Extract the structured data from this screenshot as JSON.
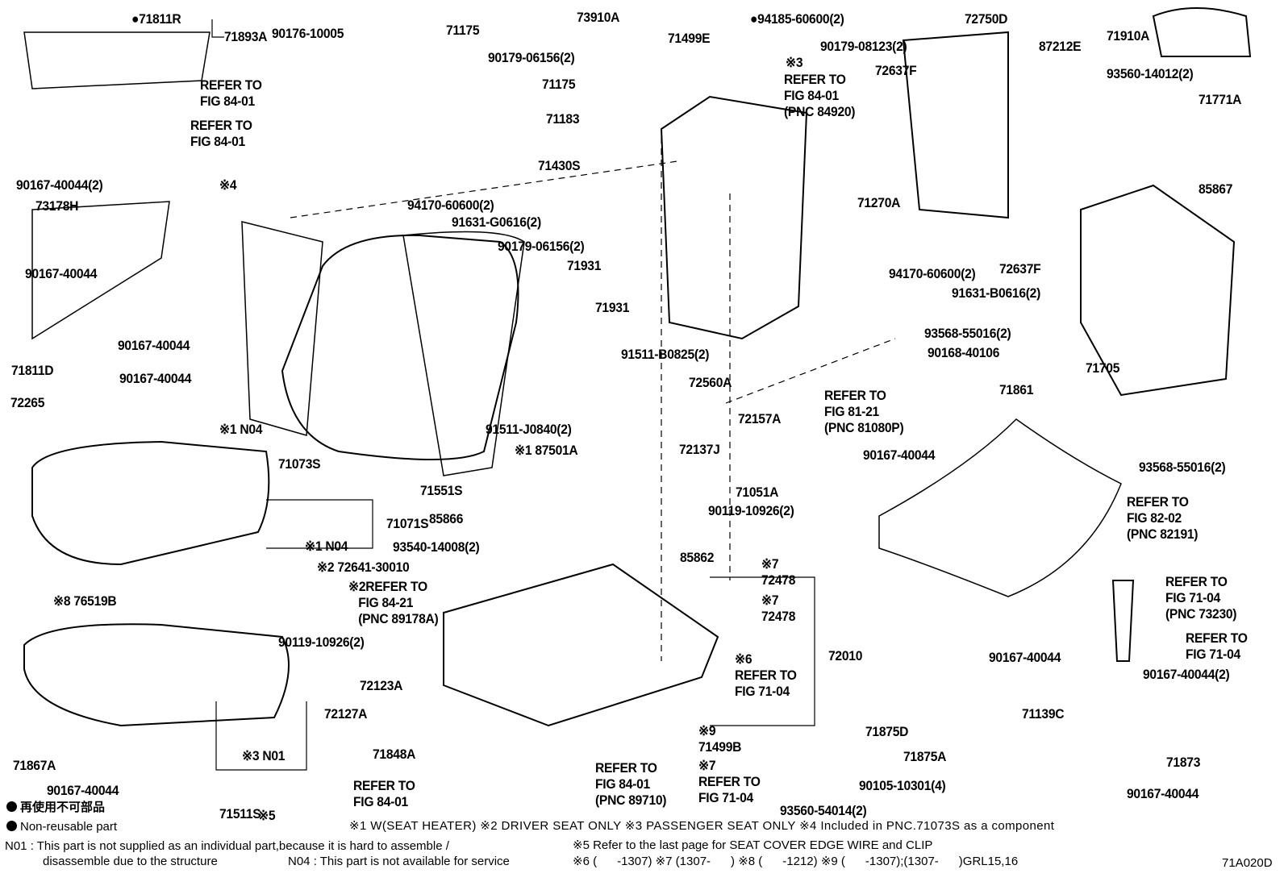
{
  "diagram_code": "71A020D",
  "legend": {
    "jp": "再使用不可部品",
    "en": "Non-reusable part",
    "n01_key": "N01",
    "n01_text": ": This part is not supplied as an individual part,because it is hard to assemble /",
    "n01_text2": "disassemble due to the structure",
    "n04_key": "N04",
    "n04_text": ": This part is not available for service"
  },
  "footnotes": {
    "line1": "※1 W(SEAT HEATER) ※2 DRIVER SEAT ONLY ※3 PASSENGER SEAT ONLY ※4 Included in PNC.71073S as a component",
    "line2": "※5 Refer to the last page for SEAT COVER EDGE WIRE and CLIP",
    "line3": "※6 (      -1307) ※7 (1307-      ) ※8 (      -1212) ※9 (      -1307);(1307-      )GRL15,16"
  },
  "labels": [
    "●71811R",
    "71893A",
    "90176-10005",
    "71175",
    "73910A",
    "●94185-60600(2)",
    "72750D",
    "71910A",
    "71499E",
    "90179-08123(2)",
    "87212E",
    "90179-06156(2)",
    "※3",
    "REFER TO\nFIG 84-01\n(PNC 84920)",
    "72637F",
    "93560-14012(2)",
    "71175",
    "REFER TO\nFIG 84-01",
    "71771A",
    "REFER TO\nFIG 84-01",
    "71183",
    "71430S",
    "90167-40044(2)",
    "※4",
    "94170-60600(2)",
    "85867",
    "71270A",
    "73178H",
    "91631-G0616(2)",
    "90179-06156(2)",
    "72637F",
    "94170-60600(2)",
    "90167-40044",
    "71931",
    "91631-B0616(2)",
    "71931",
    "93568-55016(2)",
    "90167-40044",
    "90168-40106",
    "91511-B0825(2)",
    "71705",
    "71811D",
    "90167-40044",
    "72560A",
    "71861",
    "REFER TO\nFIG 81-21\n(PNC 81080P)",
    "72265",
    "91511-J0840(2)",
    "72157A",
    "※1 N04",
    "71073S",
    "※1 87501A",
    "72137J",
    "93568-55016(2)",
    "90167-40044",
    "71551S",
    "71051A",
    "REFER TO\nFIG 82-02\n(PNC 82191)",
    "85866",
    "71071S",
    "90119-10926(2)",
    "93540-14008(2)",
    "※1 N04",
    "85862",
    "※2 72641-30010",
    "※7\n72478",
    "REFER TO\nFIG 71-04\n(PNC 73230)",
    "※2REFER TO\n   FIG 84-21\n   (PNC 89178A)",
    "※7\n72478",
    "※8 76519B",
    "REFER TO\nFIG 71-04",
    "90119-10926(2)",
    "90167-40044",
    "72010",
    "※6\nREFER TO\nFIG 71-04",
    "90167-40044(2)",
    "72123A",
    "71139C",
    "72127A",
    "71875D",
    "※9\n71499B",
    "71867A",
    "71848A",
    "※3 N01",
    "71875A",
    "71873",
    "REFER TO\nFIG 84-01\n(PNC 89710)",
    "※7\nREFER TO\nFIG 71-04",
    "90105-10301(4)",
    "REFER TO\nFIG 84-01",
    "90167-40044",
    "71511S",
    "90167-40044",
    "93560-54014(2)",
    "※5"
  ]
}
